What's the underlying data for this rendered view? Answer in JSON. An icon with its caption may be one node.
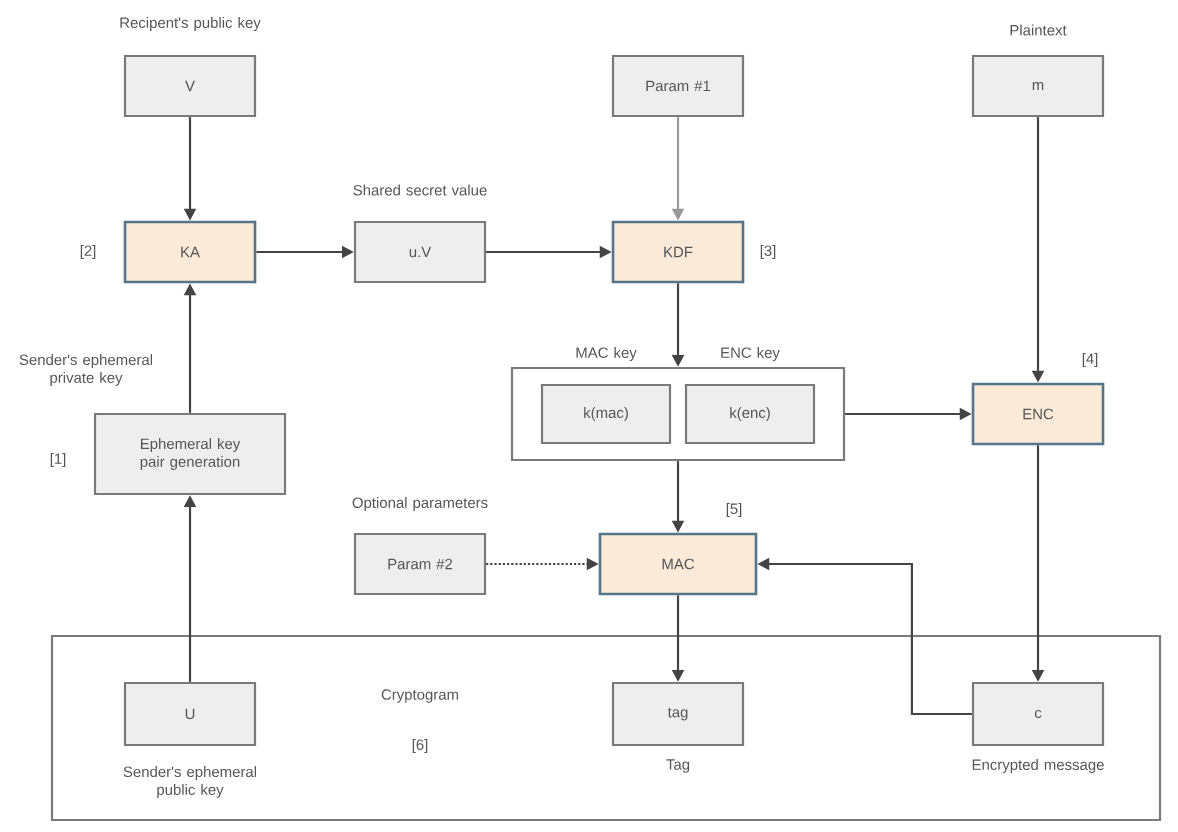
{
  "diagram": {
    "nodes": [
      {
        "text": [
          "V"
        ],
        "beside": [
          "Recipent's public key"
        ]
      },
      {
        "text": [
          "KA"
        ],
        "beside": [
          "[2]"
        ]
      },
      {
        "text": [
          "u.V"
        ],
        "beside": [
          "Shared secret value"
        ]
      },
      {
        "text": [
          "Param #1"
        ]
      },
      {
        "text": [
          "KDF"
        ],
        "beside": [
          "[3]"
        ]
      },
      {
        "text": [
          "m"
        ],
        "beside": [
          "Plaintext"
        ]
      },
      {
        "text": [],
        "shape": "box"
      },
      {
        "text": [
          "k(mac)"
        ],
        "in": 6,
        "beside": [
          "MAC key"
        ]
      },
      {
        "text": [
          "k(enc)"
        ],
        "in": 6,
        "beside": [
          "ENC key"
        ]
      },
      {
        "text": [
          "ENC"
        ],
        "beside": [
          "[4]"
        ]
      },
      {
        "text": [
          "Ephemeral key pair generation"
        ],
        "beside": [
          "Sender's ephemeral private key",
          "[1]"
        ]
      },
      {
        "text": [
          "Param #2"
        ],
        "beside": [
          "Optional parameters"
        ]
      },
      {
        "text": [
          "MAC"
        ],
        "beside": [
          "[5]"
        ]
      },
      {
        "text": [
          "Cryptogram",
          "[6]"
        ]
      },
      {
        "text": [
          "U"
        ],
        "in": 13,
        "beside": [
          "Sender's ephemeral public key"
        ]
      },
      {
        "text": [
          "tag"
        ],
        "in": 13,
        "beside": [
          "Tag"
        ]
      },
      {
        "text": [
          "c"
        ],
        "in": 13,
        "beside": [
          "Encrypted message"
        ]
      }
    ],
    "edges": [
      {
        "from": 0,
        "to": 1,
        "arrow": "to"
      },
      {
        "from": 1,
        "to": 2,
        "arrow": "to"
      },
      {
        "from": 2,
        "to": 4,
        "arrow": "to"
      },
      {
        "from": 3,
        "to": 4,
        "arrow": "to",
        "color": "#9a9a9a"
      },
      {
        "from": 5,
        "to": 9,
        "arrow": "to"
      },
      {
        "from": 4,
        "to": 6,
        "arrow": "to"
      },
      {
        "from": 6,
        "to": 9,
        "arrow": "to"
      },
      {
        "from": 6,
        "to": 12,
        "arrow": "to"
      },
      {
        "from": 11,
        "to": 12,
        "arrow": "to",
        "style": "dashed"
      },
      {
        "from": 12,
        "to": 15,
        "arrow": "to"
      },
      {
        "from": 9,
        "to": 16,
        "arrow": "to"
      },
      {
        "from": 16,
        "to": 12,
        "arrow": "to"
      },
      {
        "from": 14,
        "to": 10,
        "arrow": "to"
      },
      {
        "from": 10,
        "to": 1,
        "arrow": "to"
      }
    ]
  }
}
